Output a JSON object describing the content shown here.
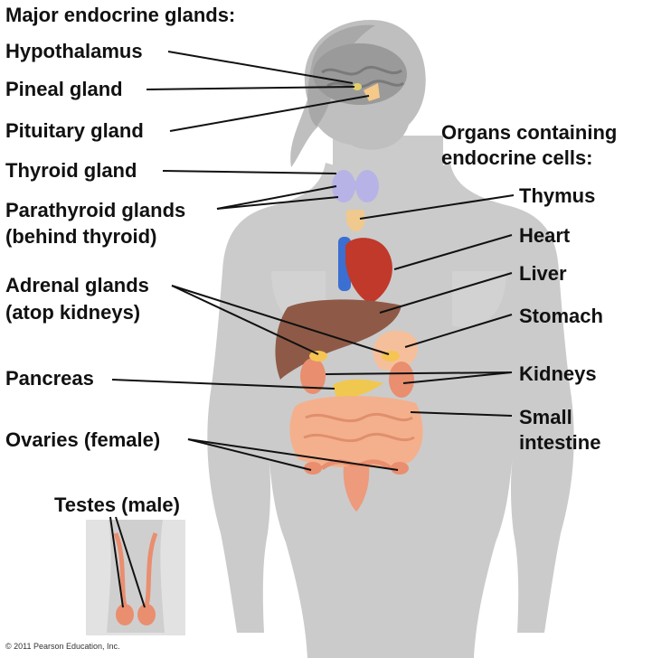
{
  "left_heading": "Major endocrine glands:",
  "right_heading_line1": "Organs containing",
  "right_heading_line2": "endocrine cells:",
  "glands": {
    "hypothalamus": "Hypothalamus",
    "pineal": "Pineal gland",
    "pituitary": "Pituitary gland",
    "thyroid": "Thyroid gland",
    "parathyroid_line1": "Parathyroid glands",
    "parathyroid_line2": "(behind thyroid)",
    "adrenal_line1": "Adrenal glands",
    "adrenal_line2": "(atop kidneys)",
    "pancreas": "Pancreas",
    "ovaries": "Ovaries (female)",
    "testes": "Testes (male)"
  },
  "organs": {
    "thymus": "Thymus",
    "heart": "Heart",
    "liver": "Liver",
    "stomach": "Stomach",
    "kidneys": "Kidneys",
    "small_intestine_line1": "Small",
    "small_intestine_line2": "intestine"
  },
  "copyright": "© 2011 Pearson Education, Inc.",
  "colors": {
    "body": "#c8c8c8",
    "liver": "#8e5a47",
    "heart": "#c0392b",
    "intestine": "#f4b08c",
    "gland": "#f6c453",
    "thyroid": "#b7b3e6"
  }
}
